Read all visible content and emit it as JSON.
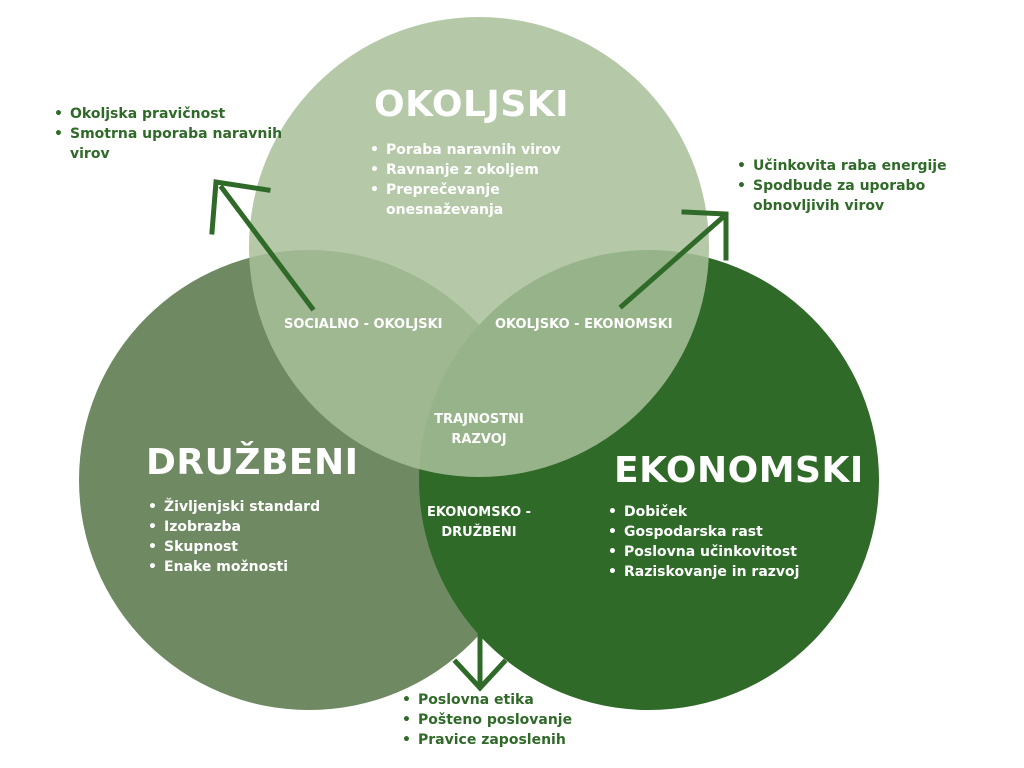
{
  "colors": {
    "okoljski": "#a8bf9a",
    "druzbeni": "#6f8a63",
    "ekonomski": "#2f6a28",
    "arrow": "#2f6a28",
    "outer_text": "#2f6a28"
  },
  "circles": {
    "okoljski": {
      "title": "OKOLJSKI",
      "items": [
        "Poraba naravnih virov",
        "Ravnanje z okoljem",
        "Preprečevanje onesnaževanja"
      ]
    },
    "druzbeni": {
      "title": "DRUŽBENI",
      "items": [
        "Življenjski standard",
        "Izobrazba",
        "Skupnost",
        "Enake možnosti"
      ]
    },
    "ekonomski": {
      "title": "EKONOMSKI",
      "items": [
        "Dobiček",
        "Gospodarska rast",
        "Poslovna učinkovitost",
        "Raziskovanje in razvoj"
      ]
    }
  },
  "overlaps": {
    "socialno_okoljski": "SOCIALNO - OKOLJSKI",
    "okoljsko_ekonomski": "OKOLJSKO - EKONOMSKI",
    "ekonomsko_druzbeni_line1": "EKONOMSKO -",
    "ekonomsko_druzbeni_line2": "DRUŽBENI",
    "center_line1": "TRAJNOSTNI",
    "center_line2": "RAZVOJ"
  },
  "outer": {
    "top_left": [
      "Okoljska pravičnost",
      "Smotrna uporaba naravnih virov"
    ],
    "top_right": [
      "Učinkovita raba energije",
      "Spodbude za uporabo obnovljivih virov"
    ],
    "bottom": [
      "Poslovna etika",
      "Pošteno poslovanje",
      "Pravice zaposlenih"
    ]
  }
}
